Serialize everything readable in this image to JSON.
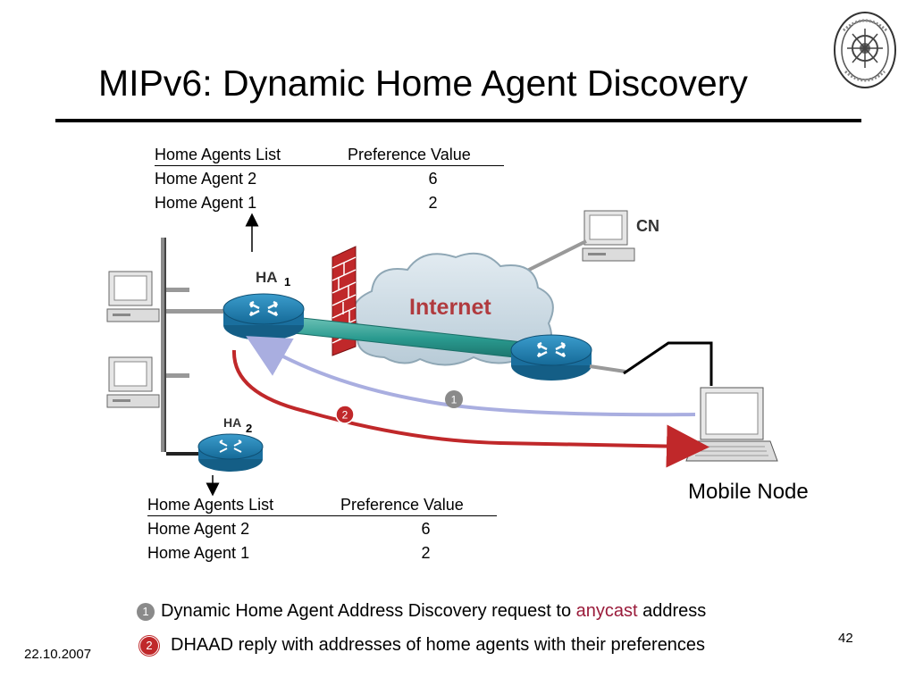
{
  "slide": {
    "title": "MIPv6: Dynamic Home Agent Discovery",
    "date": "22.10.2007",
    "page_number": "42"
  },
  "table_top": {
    "headers": [
      "Home Agents List",
      "Preference Value"
    ],
    "rows": [
      {
        "agent": "Home Agent 2",
        "pref": "6"
      },
      {
        "agent": "Home Agent 1",
        "pref": "2"
      }
    ]
  },
  "table_bottom": {
    "headers": [
      "Home Agents List",
      "Preference Value"
    ],
    "rows": [
      {
        "agent": "Home Agent 2",
        "pref": "6"
      },
      {
        "agent": "Home Agent 1",
        "pref": "2"
      }
    ]
  },
  "diagram": {
    "ha1_label": "HA",
    "ha1_sub": "1",
    "ha2_label": "HA",
    "ha2_sub": "2",
    "cn_label": "CN",
    "internet_label": "Internet",
    "mobile_node_label": "Mobile Node",
    "step1_badge": "1",
    "step2_badge": "2"
  },
  "legend": {
    "item1": {
      "badge": "1",
      "text_before": "Dynamic Home Agent Address Discovery request to ",
      "highlight": "anycast",
      "text_after": " address"
    },
    "item2": {
      "badge": "2",
      "text": "DHAAD reply with addresses of home agents with their preferences"
    }
  },
  "colors": {
    "router_blue": "#1f7fb0",
    "tunnel_teal": "#2a9a8f",
    "request_arrow": "#a9aee0",
    "reply_arrow": "#c0282a",
    "firewall_red": "#c0282a",
    "cloud_fill": "#cfdde6",
    "highlight": "#9a1b3a"
  },
  "icons": [
    "crest-logo-icon",
    "router-icon",
    "firewall-icon",
    "cloud-icon",
    "desktop-computer-icon",
    "laptop-icon"
  ]
}
